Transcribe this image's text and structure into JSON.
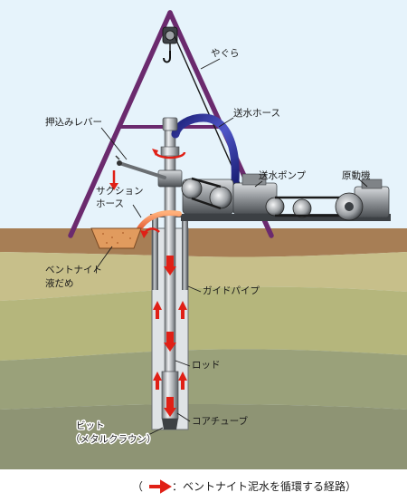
{
  "labels": {
    "yagura": "やぐら",
    "sousui_hose": "送水ホース",
    "oshikomi_lever": "押込みレバー",
    "suction_hose_1": "サクション",
    "suction_hose_2": "ホース",
    "sousui_pump": "送水ポンプ",
    "gendouki": "原動機",
    "bentonite_1": "ベントナイト",
    "bentonite_2": "液だめ",
    "guide_pipe": "ガイドパイプ",
    "rod": "ロッド",
    "bit_1": "ビット",
    "bit_2": "（メタルクラウン）",
    "core_tube": "コアチューブ"
  },
  "legend": {
    "open": "（",
    "text": "：ベントナイト泥水を循環する経路）"
  },
  "colors": {
    "sky": "#e6f3fb",
    "tower": "#6b2a6e",
    "hose": "#2b2f8f",
    "arrow": "#e02016",
    "layer1": "#a77e55",
    "layer2": "#c7bf8a",
    "layer3": "#b5b67c",
    "layer4": "#9aa17a",
    "layer5": "#8e9474"
  }
}
